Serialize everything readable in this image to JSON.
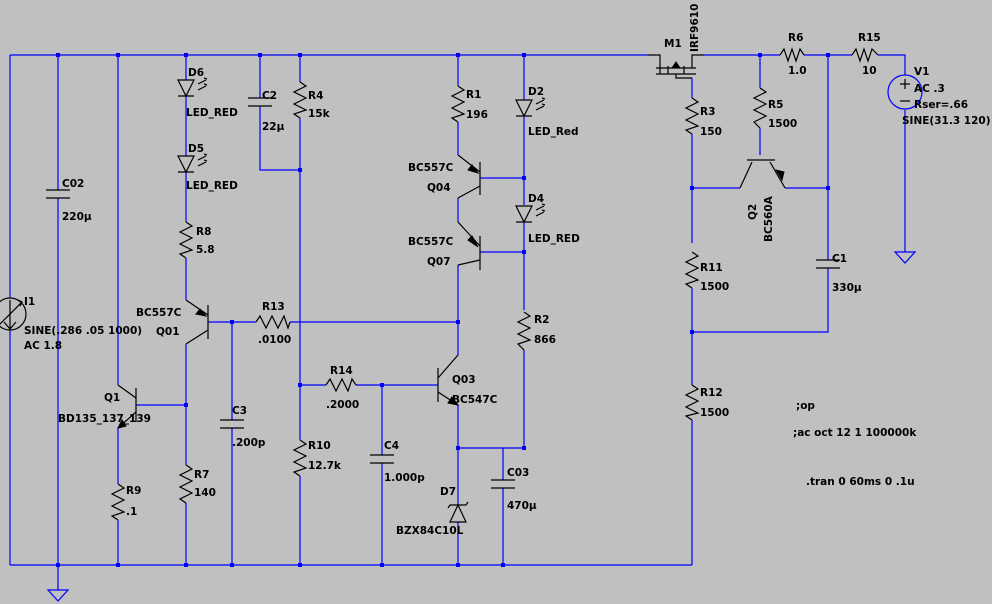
{
  "components": {
    "I1": {
      "name": "I1",
      "v1": "SINE(.286 .05 1000)",
      "v2": "AC 1.8"
    },
    "C02": {
      "name": "C02",
      "value": "220µ"
    },
    "Q1": {
      "name": "Q1",
      "model": "BD135_137_139"
    },
    "R9": {
      "name": "R9",
      "value": ".1"
    },
    "D6": {
      "name": "D6",
      "value": "LED_RED"
    },
    "D5": {
      "name": "D5",
      "value": "LED_RED"
    },
    "R8": {
      "name": "R8",
      "value": "5.8"
    },
    "Q01": {
      "name": "Q01",
      "model": "BC557C"
    },
    "R7": {
      "name": "R7",
      "value": "140"
    },
    "C2": {
      "name": "C2",
      "value": "22µ"
    },
    "C3": {
      "name": "C3",
      "value": ".200p"
    },
    "R13": {
      "name": "R13",
      "value": ".0100"
    },
    "R4": {
      "name": "R4",
      "value": "15k"
    },
    "R14": {
      "name": "R14",
      "value": ".2000"
    },
    "R10": {
      "name": "R10",
      "value": "12.7k"
    },
    "C4": {
      "name": "C4",
      "value": "1.000p"
    },
    "R1": {
      "name": "R1",
      "value": "196"
    },
    "Q04": {
      "name": "Q04",
      "model": "BC557C"
    },
    "Q07": {
      "name": "Q07",
      "model": "BC557C"
    },
    "Q03": {
      "name": "Q03",
      "model": "BC547C"
    },
    "D7": {
      "name": "D7",
      "model": "BZX84C10L"
    },
    "D2": {
      "name": "D2",
      "value": "LED_Red"
    },
    "D4": {
      "name": "D4",
      "value": "LED_RED"
    },
    "R2": {
      "name": "R2",
      "value": "866"
    },
    "C03": {
      "name": "C03",
      "value": "470µ"
    },
    "M1": {
      "name": "M1",
      "model": "IRF9610"
    },
    "R3": {
      "name": "R3",
      "value": "150"
    },
    "R5": {
      "name": "R5",
      "value": "1500"
    },
    "Q2": {
      "name": "Q2",
      "model": "BC560A"
    },
    "R11": {
      "name": "R11",
      "value": "1500"
    },
    "R12": {
      "name": "R12",
      "value": "1500"
    },
    "C1": {
      "name": "C1",
      "value": "330µ"
    },
    "R6": {
      "name": "R6",
      "value": "1.0"
    },
    "R15": {
      "name": "R15",
      "value": "10"
    },
    "V1": {
      "name": "V1",
      "v1": "AC .3",
      "v2": "Rser=.66",
      "v3": "SINE(31.3 120)"
    }
  },
  "directives": {
    "op": ";op",
    "ac": ";ac oct 12 1 100000k",
    "tran": ".tran 0 60ms 0 .1u"
  },
  "colors": {
    "background": "#c0c0c0",
    "wire": "#0000ff",
    "component": "#000000",
    "text": "#000000"
  }
}
